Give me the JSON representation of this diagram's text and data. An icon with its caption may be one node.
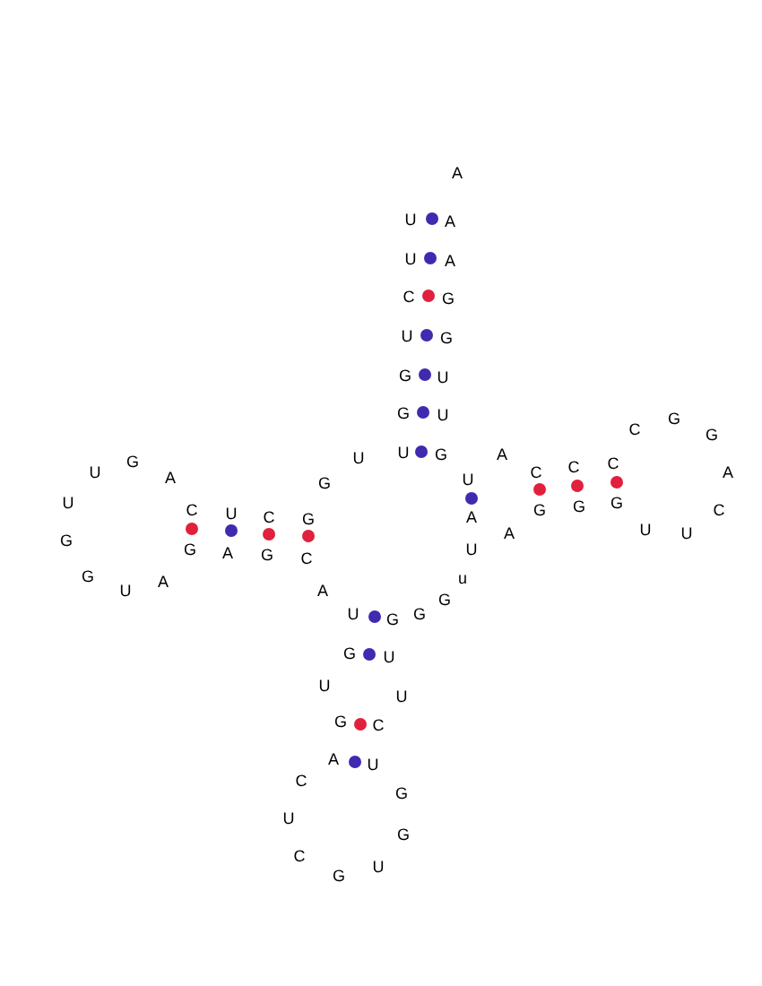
{
  "diagram": {
    "labels": [
      "A",
      "U",
      "A",
      "U",
      "A",
      "C",
      "G",
      "U",
      "G",
      "G",
      "U",
      "G",
      "U",
      "G",
      "C",
      "G",
      "U",
      "U",
      "G",
      "A",
      "G",
      "C",
      "C",
      "U",
      "A",
      "U",
      "C",
      "A",
      "G",
      "U",
      "G",
      "G",
      "C",
      "U",
      "C",
      "G",
      "A",
      "G",
      "C",
      "A",
      "U",
      "U",
      "G",
      "G",
      "A",
      "G",
      "C",
      "U",
      "G",
      "A",
      "u",
      "U",
      "A",
      "G",
      "U",
      "G",
      "G",
      "G",
      "U",
      "U",
      "U",
      "G",
      "C",
      "A",
      "U",
      "C",
      "G",
      "U",
      "G",
      "C",
      "U",
      "G"
    ]
  }
}
